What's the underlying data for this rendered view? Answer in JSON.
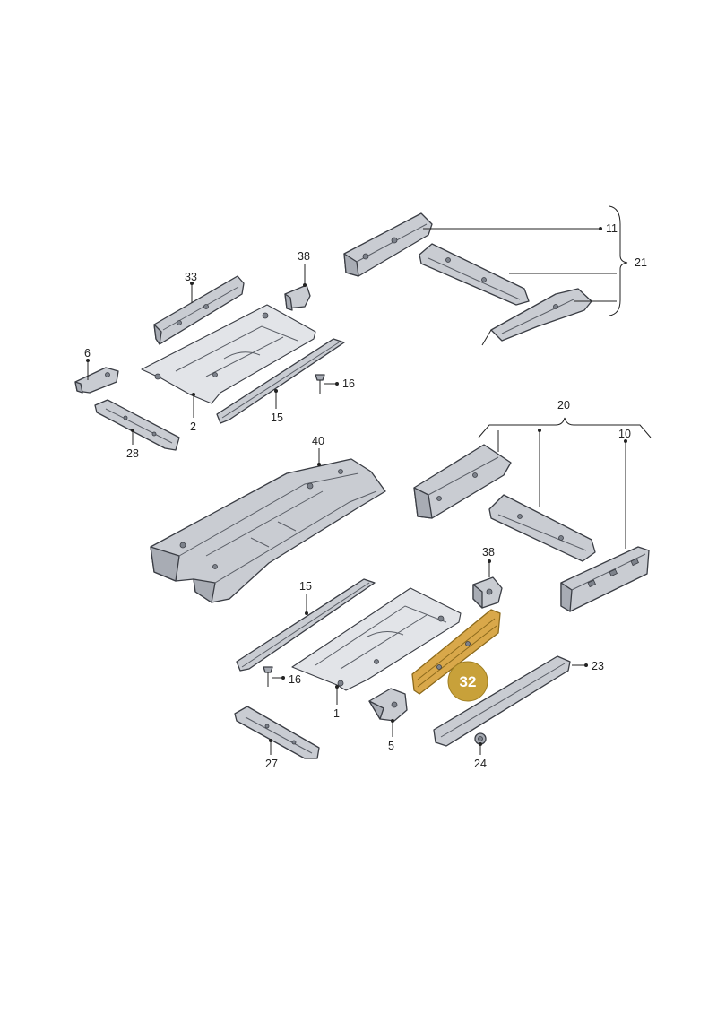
{
  "callouts": {
    "c11": "11",
    "c21": "21",
    "c38a": "38",
    "c33": "33",
    "c6": "6",
    "c16a": "16",
    "c2": "2",
    "c15a": "15",
    "c28": "28",
    "c40": "40",
    "c20": "20",
    "c10": "10",
    "c38b": "38",
    "c15b": "15",
    "c16b": "16",
    "c1": "1",
    "c5": "5",
    "c23": "23",
    "c24": "24",
    "c27": "27"
  },
  "highlight": {
    "label": "32",
    "color": "#c8a13a"
  }
}
